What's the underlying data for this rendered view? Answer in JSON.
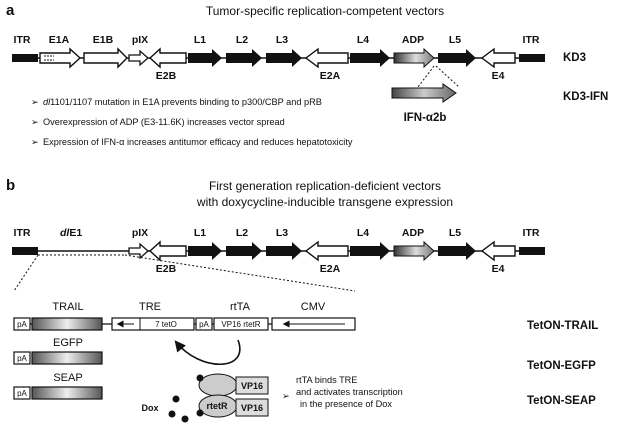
{
  "panel_a": {
    "letter": "a",
    "title": "Tumor-specific replication-competent vectors",
    "genes_top": {
      "itr_left": "ITR",
      "e1a": "E1A",
      "e1b": "E1B",
      "pix": "pIX",
      "l1": "L1",
      "l2": "L2",
      "l3": "L3",
      "l4": "L4",
      "adp": "ADP",
      "l5": "L5",
      "itr_right": "ITR"
    },
    "genes_bottom": {
      "e2b": "E2B",
      "e2a": "E2A",
      "e4": "E4"
    },
    "vector_names": [
      "KD3",
      "KD3-IFN"
    ],
    "insert_label": "IFN-α2b",
    "bullets": [
      {
        "italic": "dl",
        "text": "1101/1107 mutation in E1A prevents binding to p300/CBP and pRB"
      },
      {
        "italic": "",
        "text": "Overexpression of ADP (E3-11.6K) increases vector spread"
      },
      {
        "italic": "",
        "text": "Expression of IFN-α increases antitumor efficacy and reduces hepatotoxicity"
      }
    ]
  },
  "panel_b": {
    "letter": "b",
    "title_line1": "First generation replication-deficient vectors",
    "title_line2": "with doxycycline-inducible transgene expression",
    "genes_top": {
      "itr_left": "ITR",
      "dle1_italic": "dl",
      "dle1_rest": "E1",
      "pix": "pIX",
      "l1": "L1",
      "l2": "L2",
      "l3": "L3",
      "l4": "L4",
      "adp": "ADP",
      "l5": "L5",
      "itr_right": "ITR"
    },
    "genes_bottom": {
      "e2b": "E2B",
      "e2a": "E2A",
      "e4": "E4"
    },
    "cassette": {
      "trail": "TRAIL",
      "tre": "TRE",
      "rtta": "rtTA",
      "cmv": "CMV",
      "pa": "pA",
      "tre_box": "7 tetO",
      "rtta_box": "VP16 rtetR",
      "egfp": "EGFP",
      "seap": "SEAP"
    },
    "vector_names": [
      "TetON-TRAIL",
      "TetON-EGFP",
      "TetON-SEAP"
    ],
    "complex": {
      "rtetr": "rtetR",
      "vp16": "VP16",
      "dox": "Dox"
    },
    "note_line1": "rtTA binds TRE",
    "note_line2": "and activates transcription",
    "note_line3": "in the presence of Dox"
  }
}
